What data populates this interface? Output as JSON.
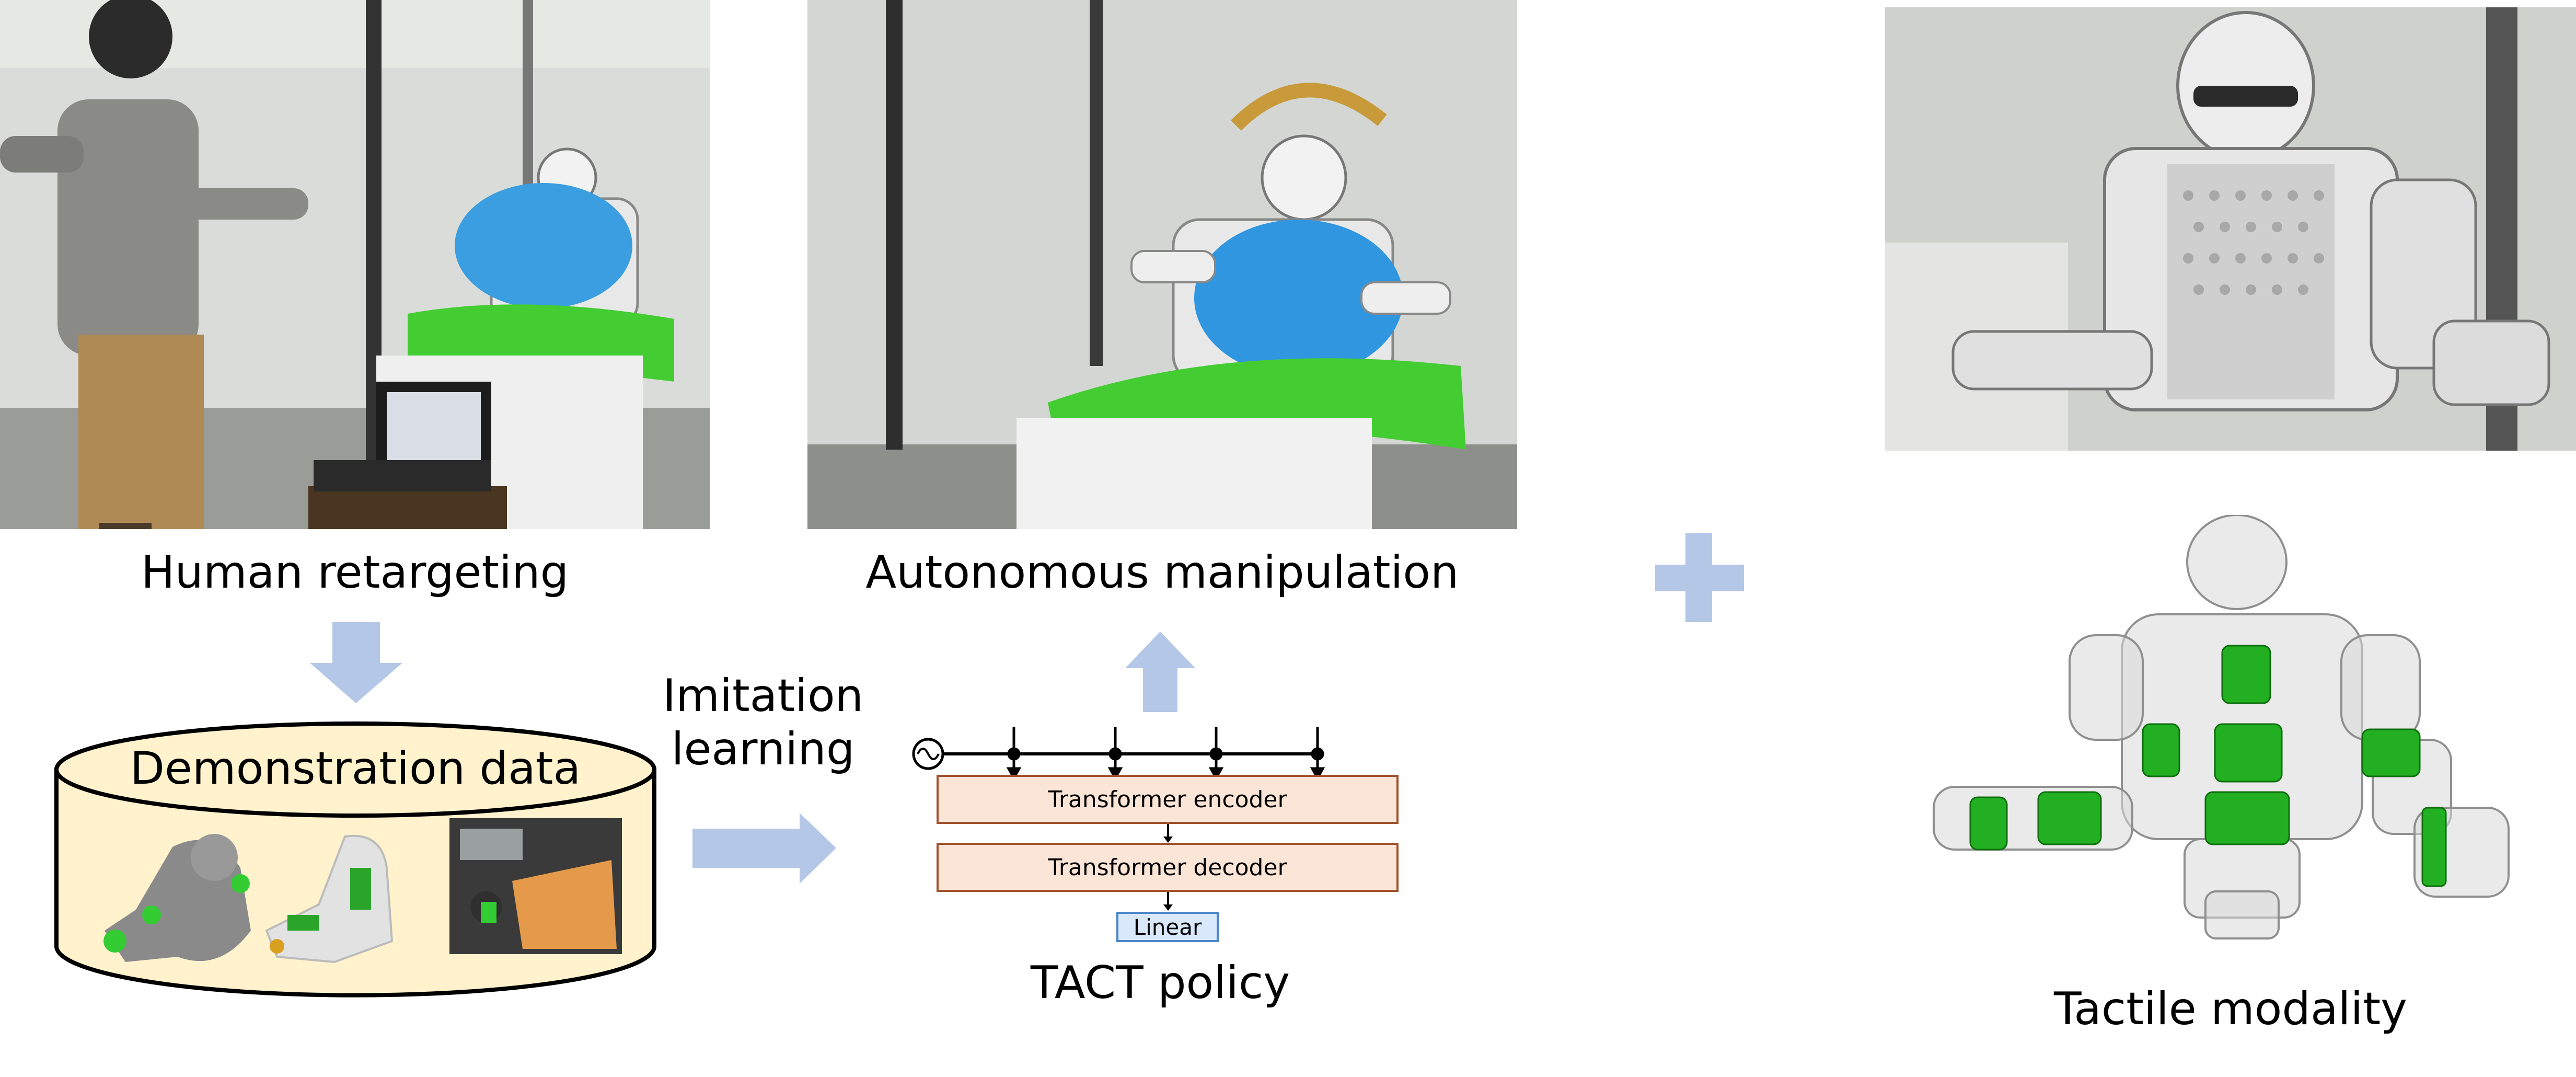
{
  "captions": {
    "human_retargeting": "Human retargeting",
    "autonomous_manipulation": "Autonomous manipulation",
    "demonstration_data": "Demonstration data",
    "imitation_learning_line1": "Imitation",
    "imitation_learning_line2": "learning",
    "tact_policy": "TACT policy",
    "tactile_modality": "Tactile modality"
  },
  "policy": {
    "encoder_label": "Transformer encoder",
    "decoder_label": "Transformer decoder",
    "linear_label": "Linear"
  },
  "colors": {
    "arrow": "#b4c7e7",
    "transformer_fill": "#fbe5d6",
    "transformer_border": "#a0522d",
    "linear_fill": "#dae8fc",
    "linear_border": "#4a86c8",
    "cylinder_fill": "#fff2cc",
    "tactile_green": "#22b022"
  }
}
